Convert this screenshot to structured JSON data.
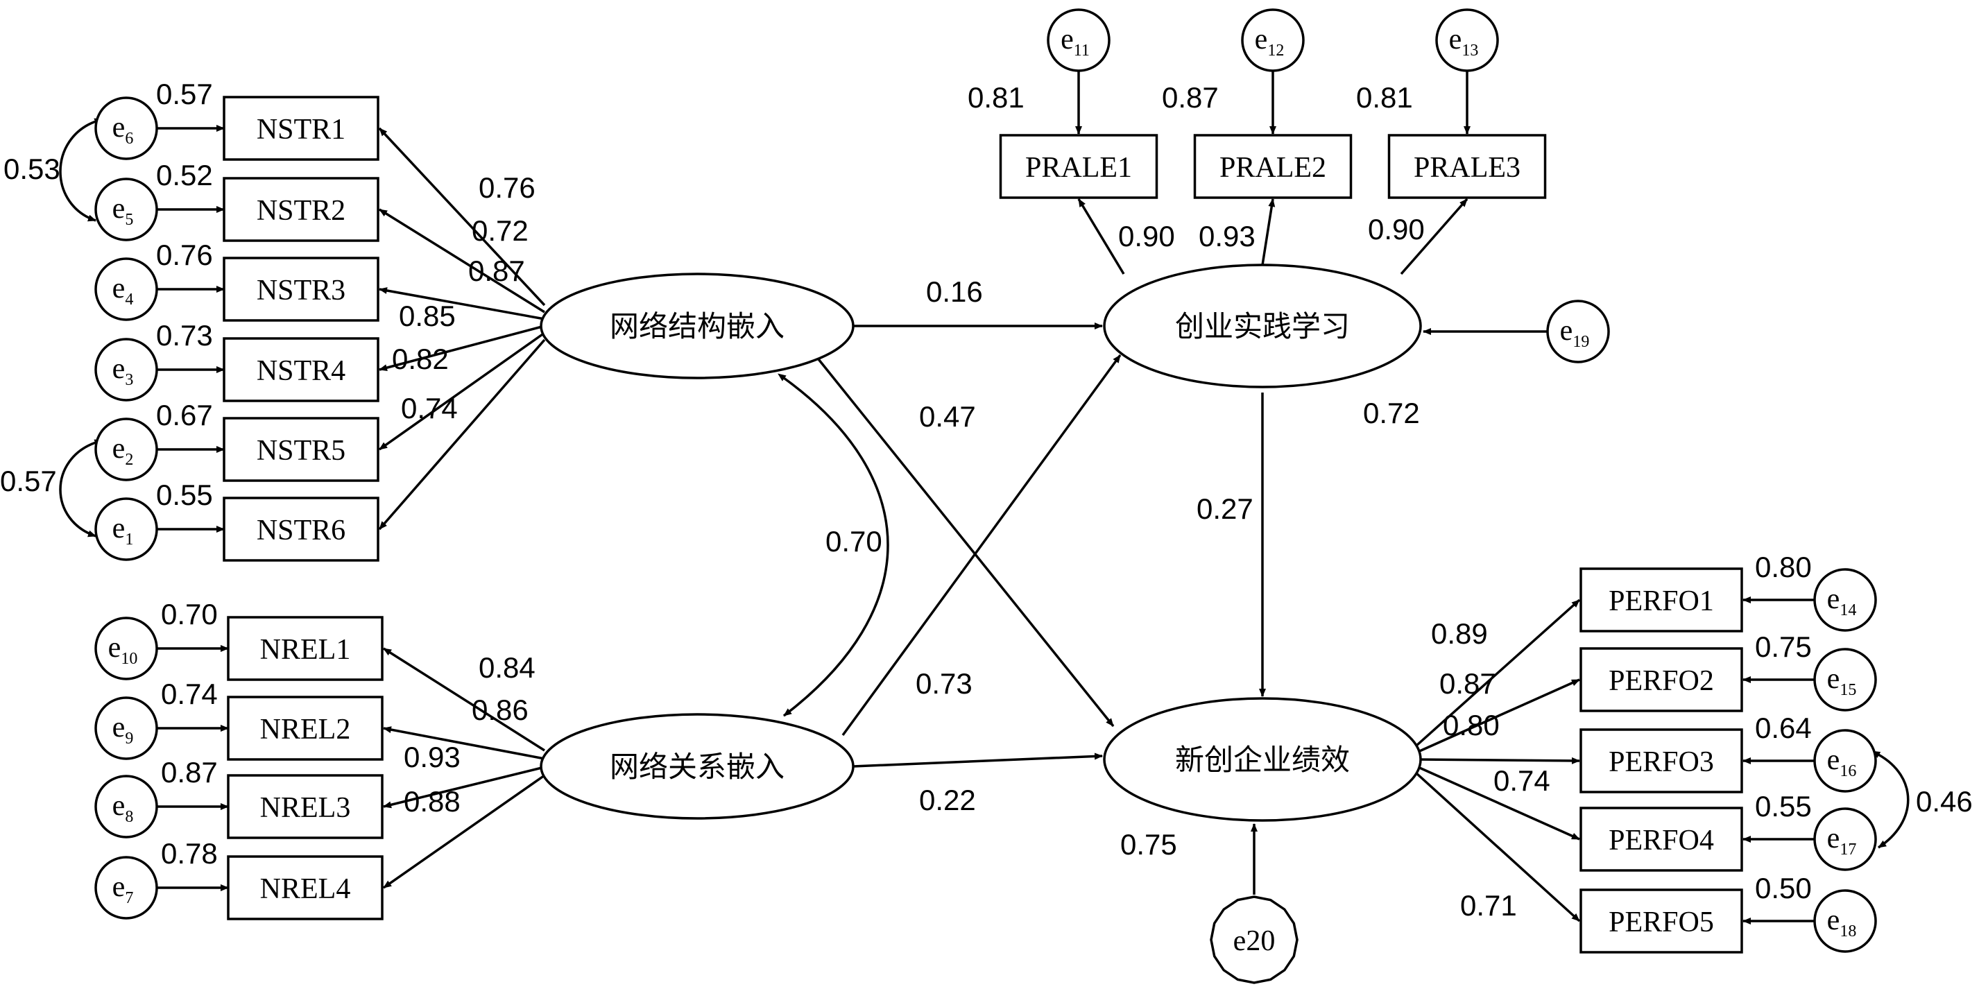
{
  "latents": {
    "nse": "网络结构嵌入",
    "nre": "网络关系嵌入",
    "eps": "创业实践学习",
    "perf": "新创企业绩效"
  },
  "nstr_boxes": [
    "NSTR1",
    "NSTR2",
    "NSTR3",
    "NSTR4",
    "NSTR5",
    "NSTR6"
  ],
  "nstr_errors": [
    {
      "b": "e",
      "s": "6"
    },
    {
      "b": "e",
      "s": "5"
    },
    {
      "b": "e",
      "s": "4"
    },
    {
      "b": "e",
      "s": "3"
    },
    {
      "b": "e",
      "s": "2"
    },
    {
      "b": "e",
      "s": "1"
    }
  ],
  "nstr_r2": [
    "0.57",
    "0.52",
    "0.76",
    "0.73",
    "0.67",
    "0.55"
  ],
  "nstr_loadings": [
    "0.76",
    "0.72",
    "0.87",
    "0.85",
    "0.82",
    "0.74"
  ],
  "nstr_error_cov": [
    "0.53",
    "0.57"
  ],
  "nrel_boxes": [
    "NREL1",
    "NREL2",
    "NREL3",
    "NREL4"
  ],
  "nrel_errors": [
    {
      "b": "e",
      "s": "10"
    },
    {
      "b": "e",
      "s": "9"
    },
    {
      "b": "e",
      "s": "8"
    },
    {
      "b": "e",
      "s": "7"
    }
  ],
  "nrel_r2": [
    "0.70",
    "0.74",
    "0.87",
    "0.78"
  ],
  "nrel_loadings": [
    "0.84",
    "0.86",
    "0.93",
    "0.88"
  ],
  "prale_boxes": [
    "PRALE1",
    "PRALE2",
    "PRALE3"
  ],
  "prale_errors": [
    {
      "b": "e",
      "s": "11"
    },
    {
      "b": "e",
      "s": "12"
    },
    {
      "b": "e",
      "s": "13"
    }
  ],
  "prale_r2": [
    "0.81",
    "0.87",
    "0.81"
  ],
  "prale_loadings": [
    "0.90",
    "0.93",
    "0.90"
  ],
  "perfo_boxes": [
    "PERFO1",
    "PERFO2",
    "PERFO3",
    "PERFO4",
    "PERFO5"
  ],
  "perfo_errors": [
    {
      "b": "e",
      "s": "14"
    },
    {
      "b": "e",
      "s": "15"
    },
    {
      "b": "e",
      "s": "16"
    },
    {
      "b": "e",
      "s": "17"
    },
    {
      "b": "e",
      "s": "18"
    }
  ],
  "perfo_r2": [
    "0.80",
    "0.75",
    "0.64",
    "0.55",
    "0.50"
  ],
  "perfo_loadings": [
    "0.89",
    "0.87",
    "0.80",
    "0.74",
    "0.71"
  ],
  "perfo_error_cov": "0.46",
  "structural": {
    "nse_eps": "0.16",
    "nse_perf": "0.47",
    "nse_nre_cov": "0.70",
    "nre_eps": "0.73",
    "nre_perf": "0.22",
    "eps_perf": "0.27",
    "eps_r2": "0.72",
    "perf_r2": "0.75"
  },
  "disturbances": {
    "eps": {
      "b": "e",
      "s": "19"
    },
    "perf": "e20"
  },
  "colors": {
    "stroke": "#000000",
    "fill": "#ffffff"
  }
}
